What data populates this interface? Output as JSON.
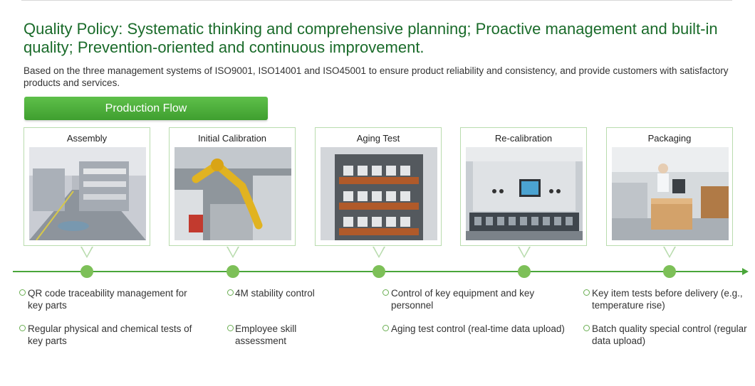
{
  "title": "Quality Policy: Systematic thinking and comprehensive planning; Proactive management and built-in quality; Prevention-oriented and continuous improvement.",
  "subtitle": "Based on the three management systems of ISO9001, ISO14001 and ISO45001 to ensure product reliability and consistency, and provide customers with satisfactory products and services.",
  "flow_label": "Production Flow",
  "stages": [
    {
      "title": "Assembly",
      "bullets": [
        "QR code traceability management for key parts",
        "Regular physical and chemical tests of key parts"
      ]
    },
    {
      "title": "Initial Calibration",
      "bullets": [
        "4M stability control",
        "Employee skill assessment"
      ]
    },
    {
      "title": "Aging Test",
      "bullets": [
        "Control of key equipment and key personnel",
        "Aging test control (real-time data upload)"
      ]
    },
    {
      "title": "Re-calibration",
      "bullets": [
        "Key item tests before delivery (e.g., temperature rise)",
        "Batch quality special control (regular data upload)"
      ]
    },
    {
      "title": "Packaging",
      "bullets": []
    }
  ],
  "colors": {
    "brand_green": "#1a6b2a",
    "accent_green": "#4aa63a",
    "card_border": "#b9dcae"
  }
}
